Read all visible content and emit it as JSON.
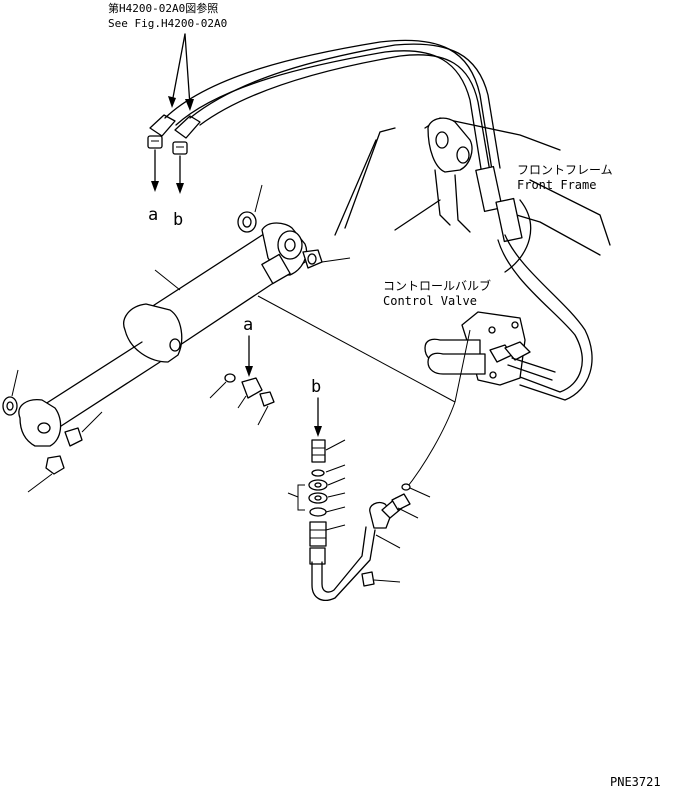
{
  "ref_note": {
    "line1": "第H4200-02A0図参照",
    "line2": "See Fig.H4200-02A0"
  },
  "callouts": {
    "a_top": "a",
    "b_top": "b",
    "a_mid": "a",
    "b_mid": "b"
  },
  "front_frame": {
    "jp": "フロントフレーム",
    "en": "Front Frame"
  },
  "control_valve": {
    "jp": "コントロールバルブ",
    "en": "Control Valve"
  },
  "doc_code": "PNE3721"
}
